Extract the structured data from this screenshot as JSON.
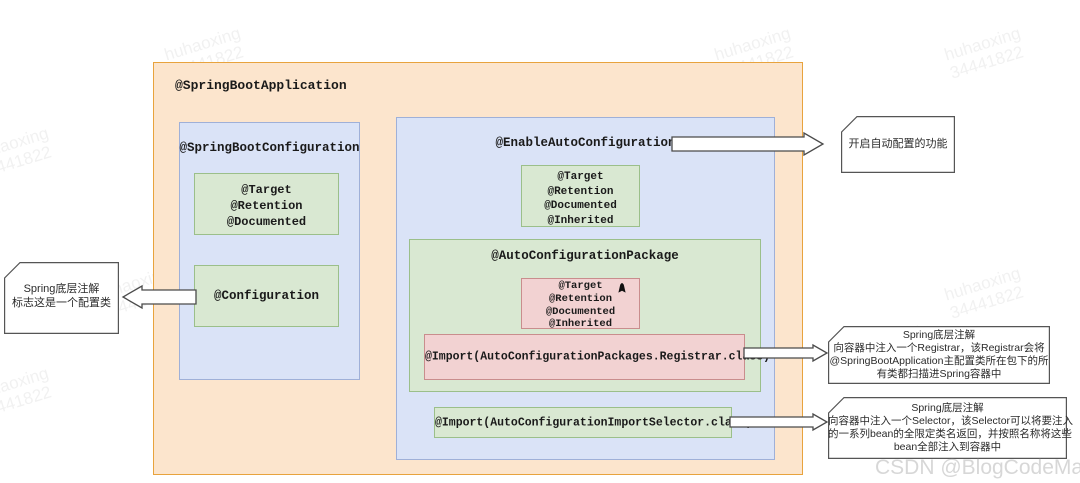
{
  "diagram": {
    "title": "@SpringBootApplication",
    "outer": {
      "label": "@SpringBootApplication"
    },
    "spring_boot_configuration": {
      "label": "@SpringBootConfiguration",
      "meta_annotations": [
        "@Target",
        "@Retention",
        "@Documented"
      ],
      "configuration_label": "@Configuration"
    },
    "enable_auto_configuration": {
      "label": "@EnableAutoConfiguration",
      "meta_annotations": [
        "@Target",
        "@Retention",
        "@Documented",
        "@Inherited"
      ],
      "auto_configuration_package": {
        "label": "@AutoConfigurationPackage",
        "meta_annotations": [
          "@Target",
          "@Retention",
          "@Documented",
          "@Inherited"
        ],
        "import_label": "@Import(AutoConfigurationPackages.Registrar.class)"
      },
      "import_selector_label": "@Import(AutoConfigurationImportSelector.class)"
    },
    "notes": {
      "configuration_note": [
        "Spring底层注解",
        "标志这是一个配置类"
      ],
      "enable_auto_note": [
        "开启自动配置的功能"
      ],
      "registrar_note": [
        "Spring底层注解",
        "向容器中注入一个Registrar，该Registrar会将",
        "@SpringBootApplication主配置类所在包下的所",
        "有类都扫描进Spring容器中"
      ],
      "selector_note": [
        "Spring底层注解",
        "向容器中注入一个Selector，该Selector可以将要注入",
        "的一系列bean的全限定类名返回，并按照名称将这些",
        "bean全部注入到容器中"
      ]
    },
    "watermarks": {
      "tile_line1": "huhaoxing",
      "tile_line2": "34441822",
      "csdn": "CSDN @BlogCodeMan"
    },
    "colors": {
      "orange_fill": "#fce5cd",
      "orange_border": "#e8a33d",
      "blue_fill": "#dae3f7",
      "blue_border": "#9fb0d8",
      "green_fill": "#d9e8d2",
      "green_border": "#9bbf8a",
      "red_fill": "#f2d2d2",
      "red_border": "#c98d8d",
      "note_border": "#555555",
      "text": "#1a1a1a"
    }
  }
}
